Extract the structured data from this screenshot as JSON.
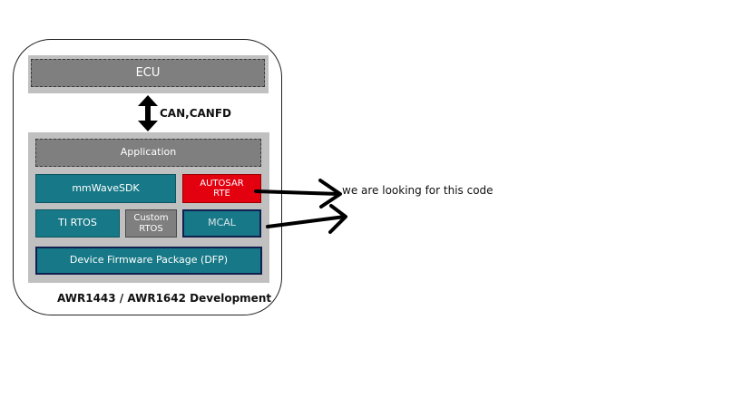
{
  "ecu": {
    "label": "ECU"
  },
  "connection": {
    "label": "CAN,CANFD"
  },
  "stack": {
    "application": "Application",
    "mmwave_sdk": "mmWaveSDK",
    "autosar_rte": [
      "AUTOSAR",
      "RTE"
    ],
    "ti_rtos": "TI RTOS",
    "custom_rtos": [
      "Custom",
      "RTOS"
    ],
    "mcal": "MCAL",
    "dfp": "Device Firmware Package (DFP)"
  },
  "device_label": "AWR1443 / AWR1642 Development",
  "note": "we are looking for this code",
  "colors": {
    "teal": "#177987",
    "red": "#e3000f",
    "gray": "#7f7f7f",
    "panel": "#c0c0c0",
    "navy_border": "#0f1f4f"
  }
}
